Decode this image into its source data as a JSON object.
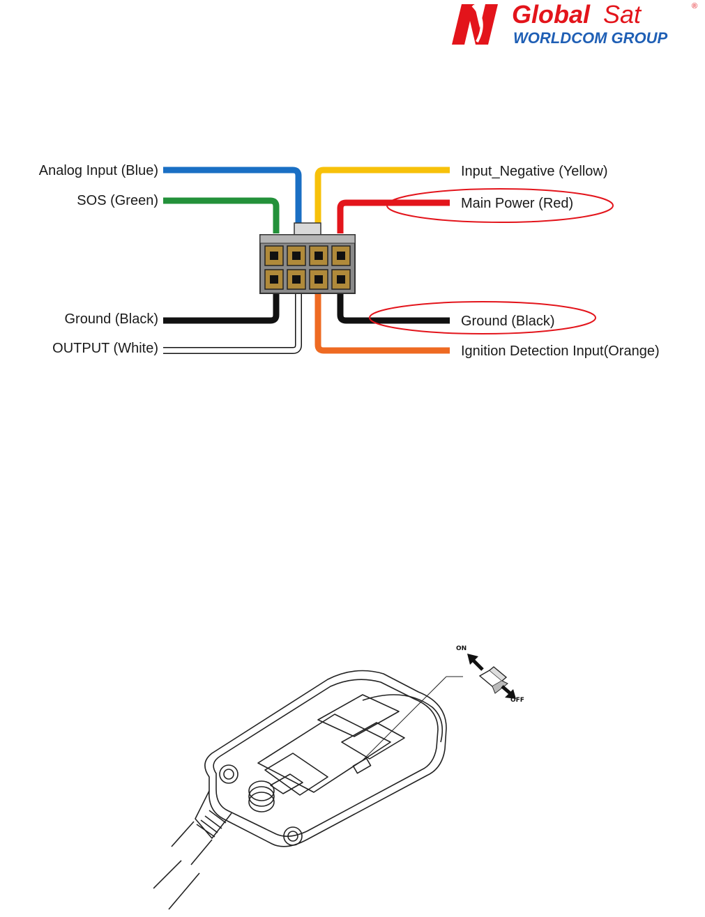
{
  "logo": {
    "brand_prefix": "Global",
    "brand_suffix": "Sat",
    "registered": "®",
    "tagline": "WORLDCOM GROUP",
    "color_red": "#e3141b",
    "color_blue": "#1f5fb5"
  },
  "wiring": {
    "left": [
      {
        "label": "Analog Input (Blue)",
        "color": "#1a6fc4"
      },
      {
        "label": "SOS (Green)",
        "color": "#23913a"
      },
      {
        "label": "Ground (Black)",
        "color": "#111111"
      },
      {
        "label": "OUTPUT (White)",
        "color": "#ffffff"
      }
    ],
    "right": [
      {
        "label": "Input_Negative (Yellow)",
        "color": "#f7c10a"
      },
      {
        "label": "Main Power (Red)",
        "color": "#e3151b",
        "highlighted": true
      },
      {
        "label": "Ground (Black)",
        "color": "#111111",
        "highlighted": true
      },
      {
        "label": "Ignition Detection Input(Orange)",
        "color": "#ee6a22"
      }
    ],
    "highlight_color": "#e3141b"
  },
  "device": {
    "switch_on": "ON",
    "switch_off": "OFF"
  }
}
